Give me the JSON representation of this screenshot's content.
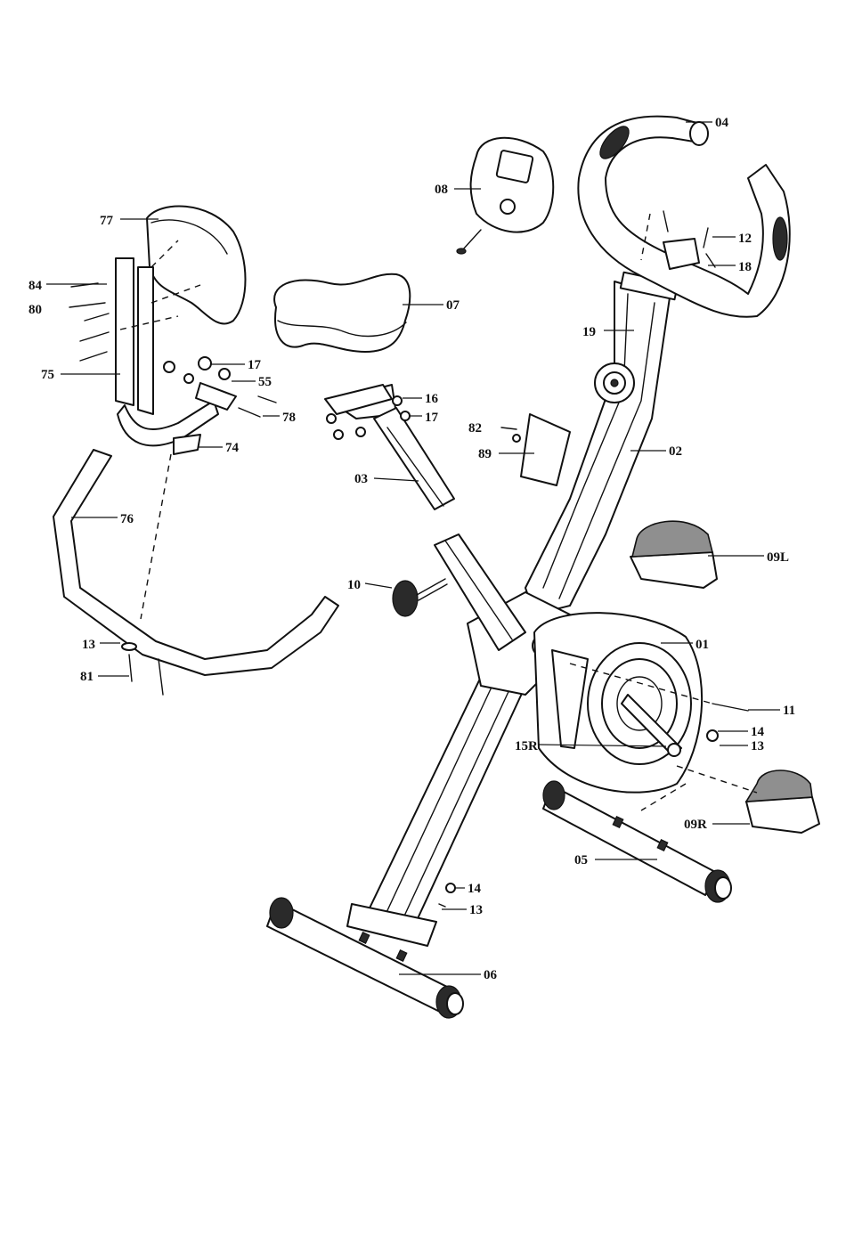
{
  "callouts": [
    {
      "id": "04",
      "label": "04"
    },
    {
      "id": "08",
      "label": "08"
    },
    {
      "id": "12",
      "label": "12"
    },
    {
      "id": "18",
      "label": "18"
    },
    {
      "id": "77",
      "label": "77"
    },
    {
      "id": "84",
      "label": "84"
    },
    {
      "id": "80",
      "label": "80"
    },
    {
      "id": "07",
      "label": "07"
    },
    {
      "id": "19",
      "label": "19"
    },
    {
      "id": "75",
      "label": "75"
    },
    {
      "id": "17a",
      "label": "17"
    },
    {
      "id": "55",
      "label": "55"
    },
    {
      "id": "16",
      "label": "16"
    },
    {
      "id": "17b",
      "label": "17"
    },
    {
      "id": "78",
      "label": "78"
    },
    {
      "id": "82",
      "label": "82"
    },
    {
      "id": "74",
      "label": "74"
    },
    {
      "id": "02",
      "label": "02"
    },
    {
      "id": "89",
      "label": "89"
    },
    {
      "id": "03",
      "label": "03"
    },
    {
      "id": "76",
      "label": "76"
    },
    {
      "id": "09L",
      "label": "09L"
    },
    {
      "id": "10",
      "label": "10"
    },
    {
      "id": "13a",
      "label": "13"
    },
    {
      "id": "01",
      "label": "01"
    },
    {
      "id": "81",
      "label": "81"
    },
    {
      "id": "11",
      "label": "11"
    },
    {
      "id": "14a",
      "label": "14"
    },
    {
      "id": "13b",
      "label": "13"
    },
    {
      "id": "15R",
      "label": "15R"
    },
    {
      "id": "09R",
      "label": "09R"
    },
    {
      "id": "05",
      "label": "05"
    },
    {
      "id": "14b",
      "label": "14"
    },
    {
      "id": "13c",
      "label": "13"
    },
    {
      "id": "06",
      "label": "06"
    }
  ]
}
